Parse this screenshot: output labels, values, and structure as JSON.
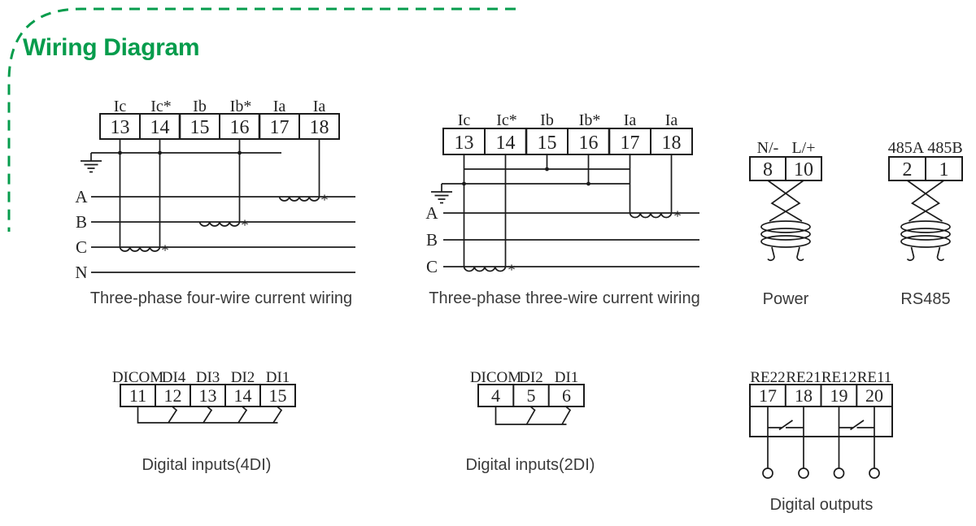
{
  "title": "Wiring Diagram",
  "colors": {
    "accent_green": "#069c4c",
    "ink": "#1c1c1c"
  },
  "symbols": {
    "star": "*"
  },
  "diagram1": {
    "caption": "Three-phase four-wire current wiring",
    "ct_labels": [
      "Ic",
      "Ic*",
      "Ib",
      "Ib*",
      "Ia",
      "Ia"
    ],
    "terminals": [
      "13",
      "14",
      "15",
      "16",
      "17",
      "18"
    ],
    "phases": [
      "A",
      "B",
      "C",
      "N"
    ]
  },
  "diagram2": {
    "caption": "Three-phase three-wire current wiring",
    "ct_labels": [
      "Ic",
      "Ic*",
      "Ib",
      "Ib*",
      "Ia",
      "Ia"
    ],
    "terminals": [
      "13",
      "14",
      "15",
      "16",
      "17",
      "18"
    ],
    "phases": [
      "A",
      "B",
      "C"
    ]
  },
  "power": {
    "caption": "Power",
    "labels": [
      "N/-",
      "L/+"
    ],
    "terminals": [
      "8",
      "10"
    ]
  },
  "rs485": {
    "caption": "RS485",
    "labels": [
      "485A",
      "485B"
    ],
    "terminals": [
      "2",
      "1"
    ]
  },
  "di4": {
    "caption": "Digital inputs(4DI)",
    "labels": [
      "DICOM",
      "DI4",
      "DI3",
      "DI2",
      "DI1"
    ],
    "terminals": [
      "11",
      "12",
      "13",
      "14",
      "15"
    ]
  },
  "di2": {
    "caption": "Digital inputs(2DI)",
    "labels": [
      "DICOM",
      "DI2",
      "DI1"
    ],
    "terminals": [
      "4",
      "5",
      "6"
    ]
  },
  "douts": {
    "caption": "Digital outputs",
    "labels": [
      "RE22",
      "RE21",
      "RE12",
      "RE11"
    ],
    "terminals": [
      "17",
      "18",
      "19",
      "20"
    ]
  }
}
